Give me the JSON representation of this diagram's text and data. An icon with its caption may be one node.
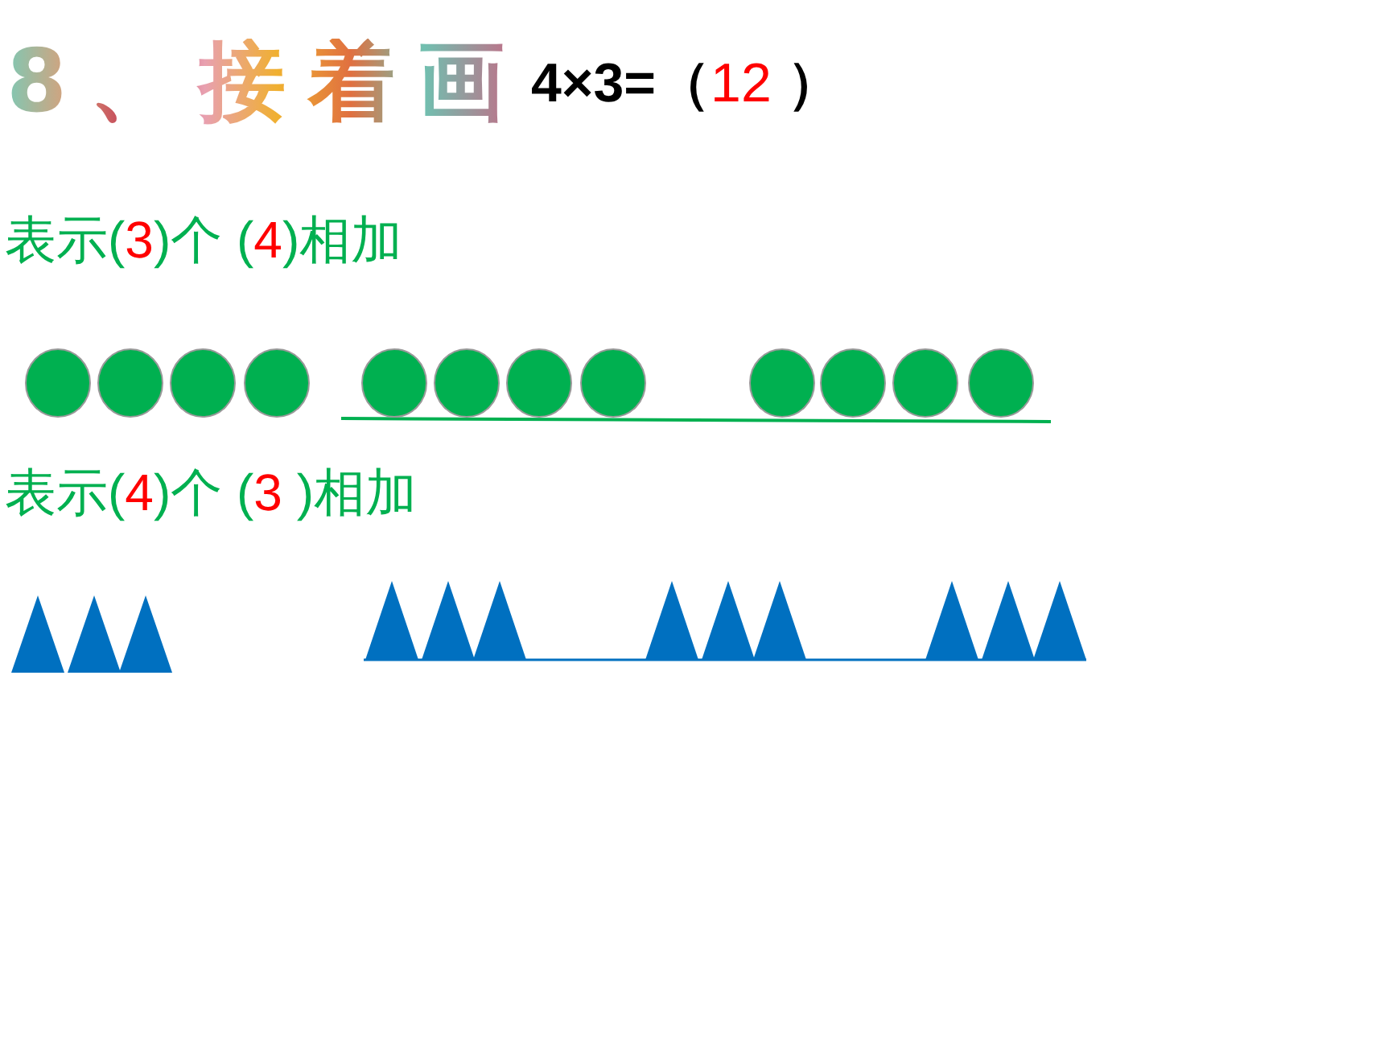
{
  "diagram": {
    "title": "8、接着画",
    "labels": [
      "4×3=（12 ）",
      "表示(3)个 (4)相加",
      "表示(4)个 (3 )相加"
    ]
  }
}
